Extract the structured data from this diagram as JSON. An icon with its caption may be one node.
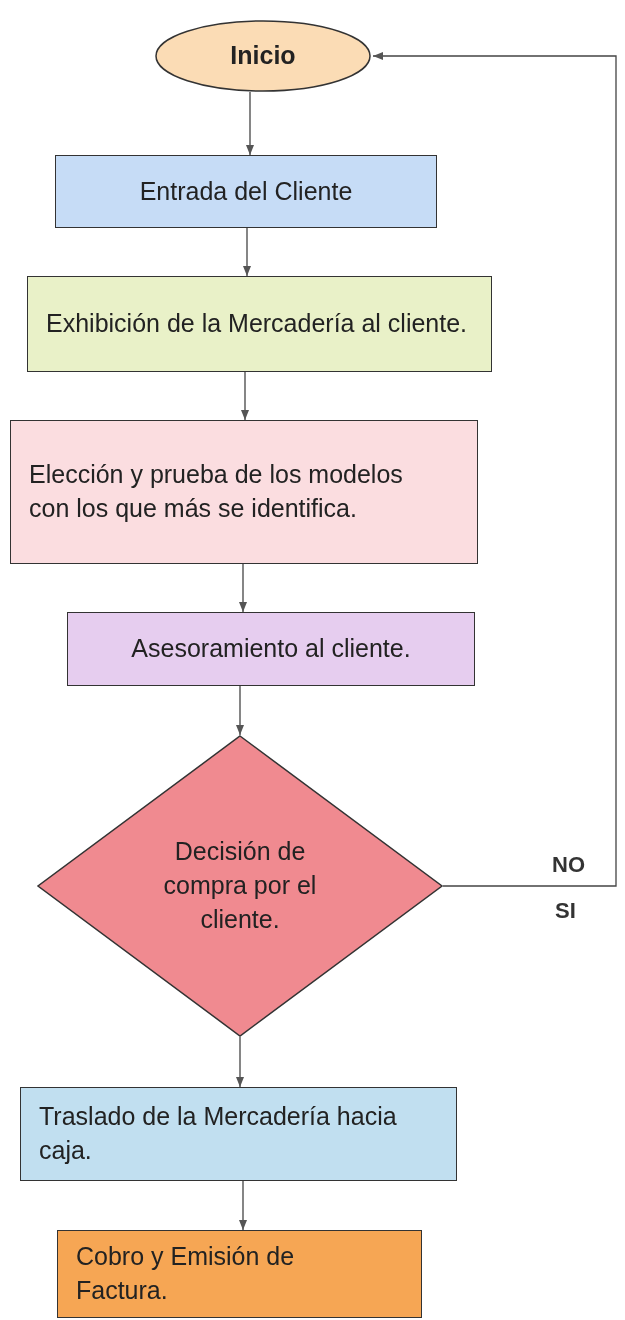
{
  "diagram": {
    "nodes": [
      {
        "text": [
          "Inicio"
        ]
      },
      {
        "text": [
          "Entrada del Cliente"
        ]
      },
      {
        "text": [
          "Exhibición de la Mercadería al cliente."
        ]
      },
      {
        "text": [
          "Elección y prueba de los modelos con los que más se identifica."
        ]
      },
      {
        "text": [
          "Asesoramiento al cliente."
        ]
      },
      {
        "text": [
          "Decisión de compra por el cliente."
        ]
      },
      {
        "text": [
          "Traslado de la Mercadería hacia caja."
        ]
      },
      {
        "text": [
          "Cobro y Emisión de Factura."
        ]
      }
    ],
    "edges": [
      {
        "from": 0,
        "to": 1,
        "arrow": "to"
      },
      {
        "from": 1,
        "to": 2,
        "arrow": "to"
      },
      {
        "from": 2,
        "to": 3,
        "arrow": "to"
      },
      {
        "from": 3,
        "to": 4,
        "arrow": "to"
      },
      {
        "from": 4,
        "to": 5,
        "arrow": "to"
      },
      {
        "from": 5,
        "to": 6,
        "arrow": "to"
      },
      {
        "from": 6,
        "to": 7,
        "arrow": "to"
      },
      {
        "from": 5,
        "to": 0,
        "label": "NO",
        "arrow": "to"
      }
    ],
    "labels": [
      "SI"
    ]
  }
}
